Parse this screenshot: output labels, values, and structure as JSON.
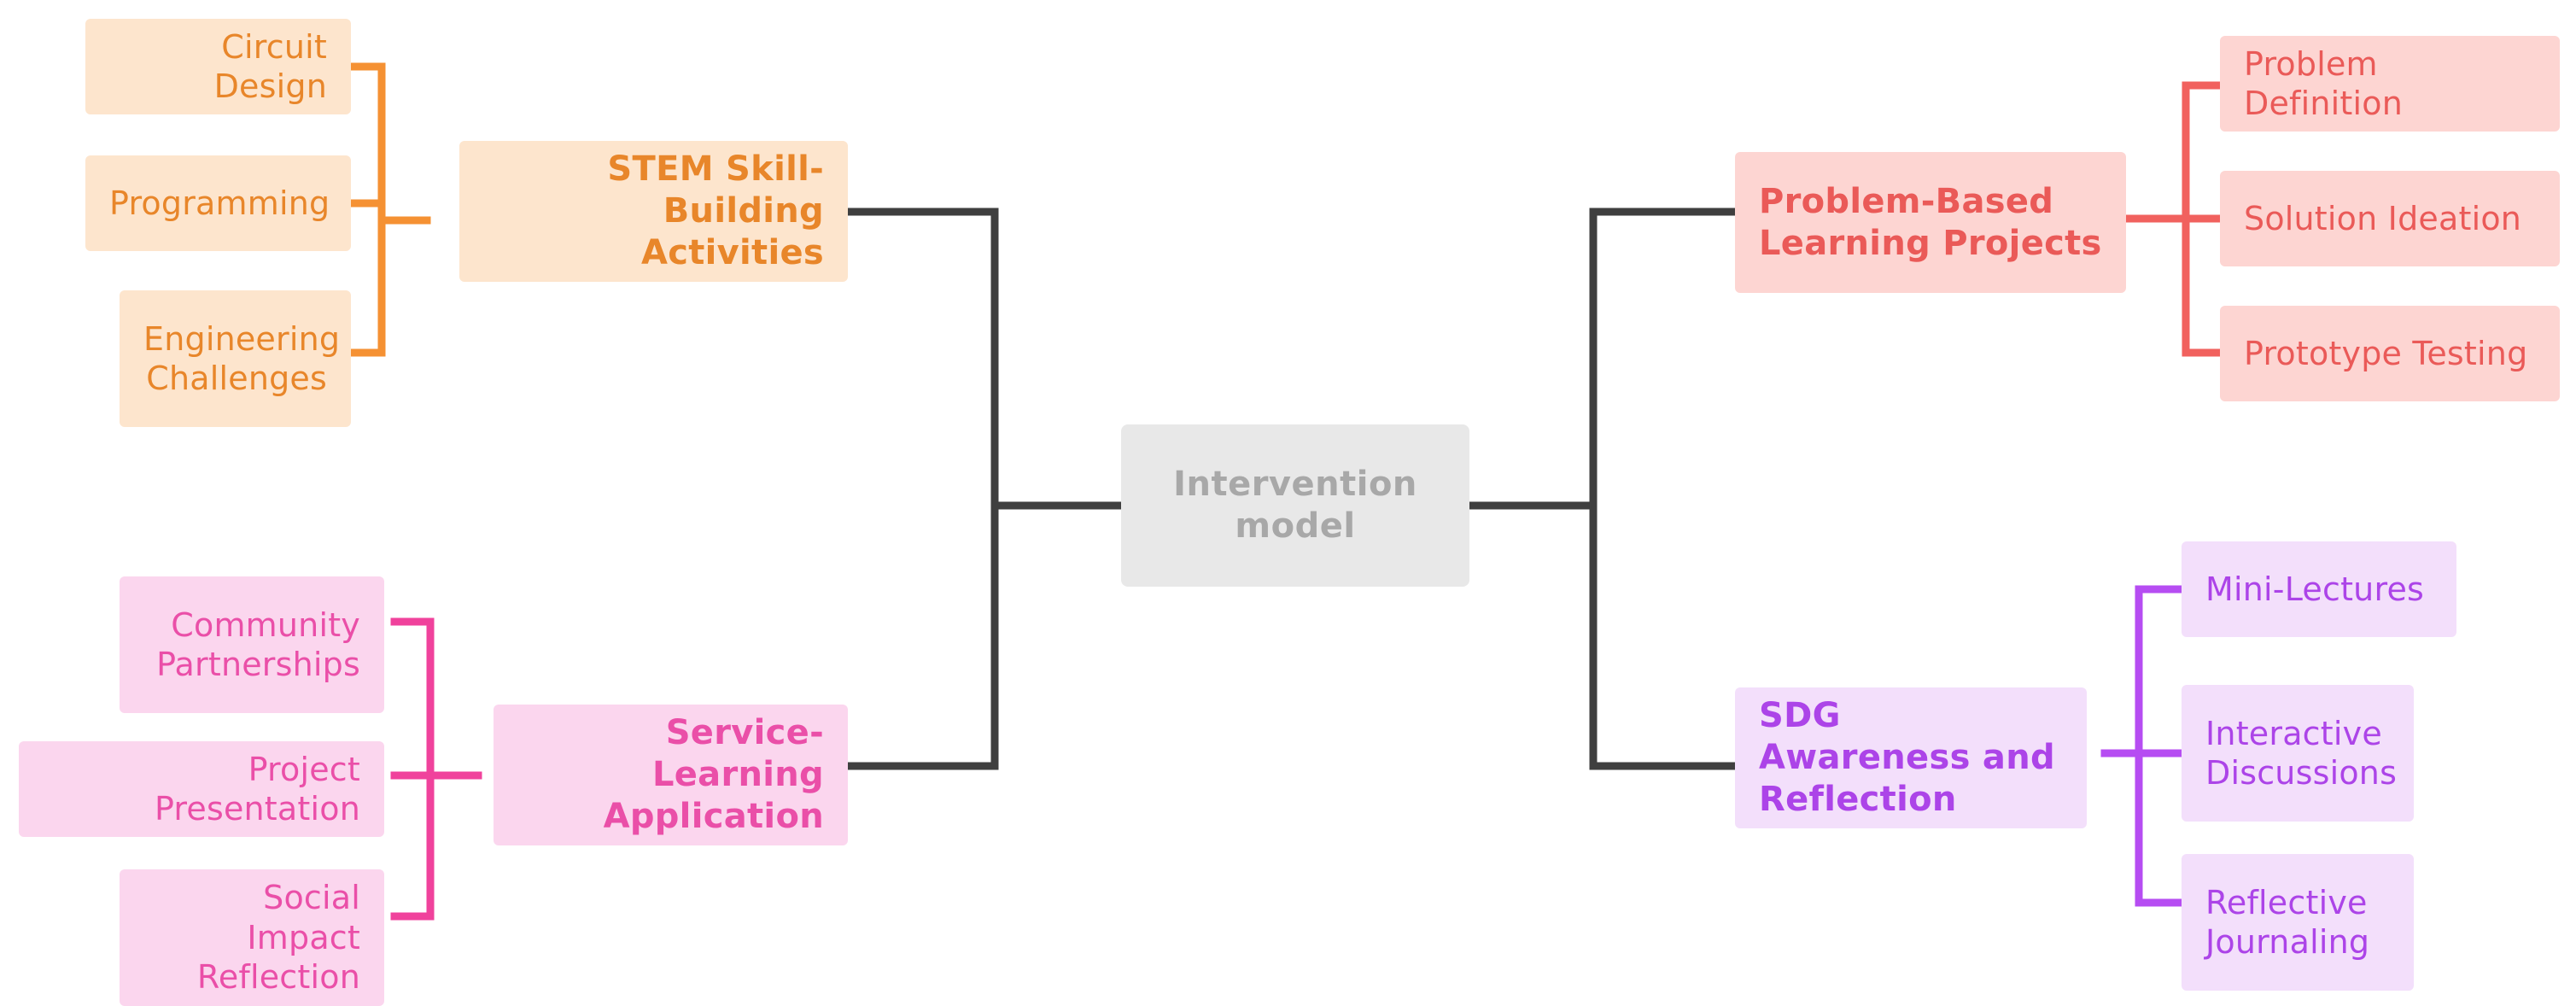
{
  "diagram": {
    "type": "mind-map",
    "title": "Intervention model",
    "background": "#ffffff",
    "root": {
      "label": "Intervention model",
      "fill": "#e8e8e8",
      "text_color": "#a8a8a8"
    },
    "connector_colors": {
      "root_to_branch": "#3f3f3f",
      "orange": "#f59133",
      "magenta": "#f0429c",
      "red": "#f1615e",
      "purple": "#b64df2"
    },
    "branches": [
      {
        "id": "stem-skill-building-activities",
        "label": "STEM Skill-Building Activities",
        "side": "left",
        "fill": "#fde5cd",
        "text_color": "#e8862a",
        "edge_color": "#f59133",
        "children": [
          {
            "id": "circuit-design",
            "label": "Circuit Design"
          },
          {
            "id": "programming",
            "label": "Programming"
          },
          {
            "id": "engineering-challenges",
            "label": "Engineering Challenges"
          }
        ]
      },
      {
        "id": "service-learning-application",
        "label": "Service-Learning Application",
        "side": "left",
        "fill": "#fbd6ee",
        "text_color": "#ea4fa8",
        "edge_color": "#f0429c",
        "children": [
          {
            "id": "community-partnerships",
            "label": "Community Partnerships"
          },
          {
            "id": "project-presentation",
            "label": "Project Presentation"
          },
          {
            "id": "social-impact-reflection",
            "label": "Social Impact Reflection"
          }
        ]
      },
      {
        "id": "problem-based-learning-projects",
        "label": "Problem-Based Learning Projects",
        "side": "right",
        "fill": "#fdd5d2",
        "text_color": "#ea5a58",
        "edge_color": "#f1615e",
        "children": [
          {
            "id": "problem-definition",
            "label": "Problem Definition"
          },
          {
            "id": "solution-ideation",
            "label": "Solution Ideation"
          },
          {
            "id": "prototype-testing",
            "label": "Prototype Testing"
          }
        ]
      },
      {
        "id": "sdg-awareness-and-reflection",
        "label": "SDG Awareness and Reflection",
        "side": "right",
        "fill": "#f3dffb",
        "text_color": "#ac44e8",
        "edge_color": "#b64df2",
        "children": [
          {
            "id": "mini-lectures",
            "label": "Mini-Lectures"
          },
          {
            "id": "interactive-discussions",
            "label": "Interactive Discussions"
          },
          {
            "id": "reflective-journaling",
            "label": "Reflective Journaling"
          }
        ]
      }
    ]
  }
}
